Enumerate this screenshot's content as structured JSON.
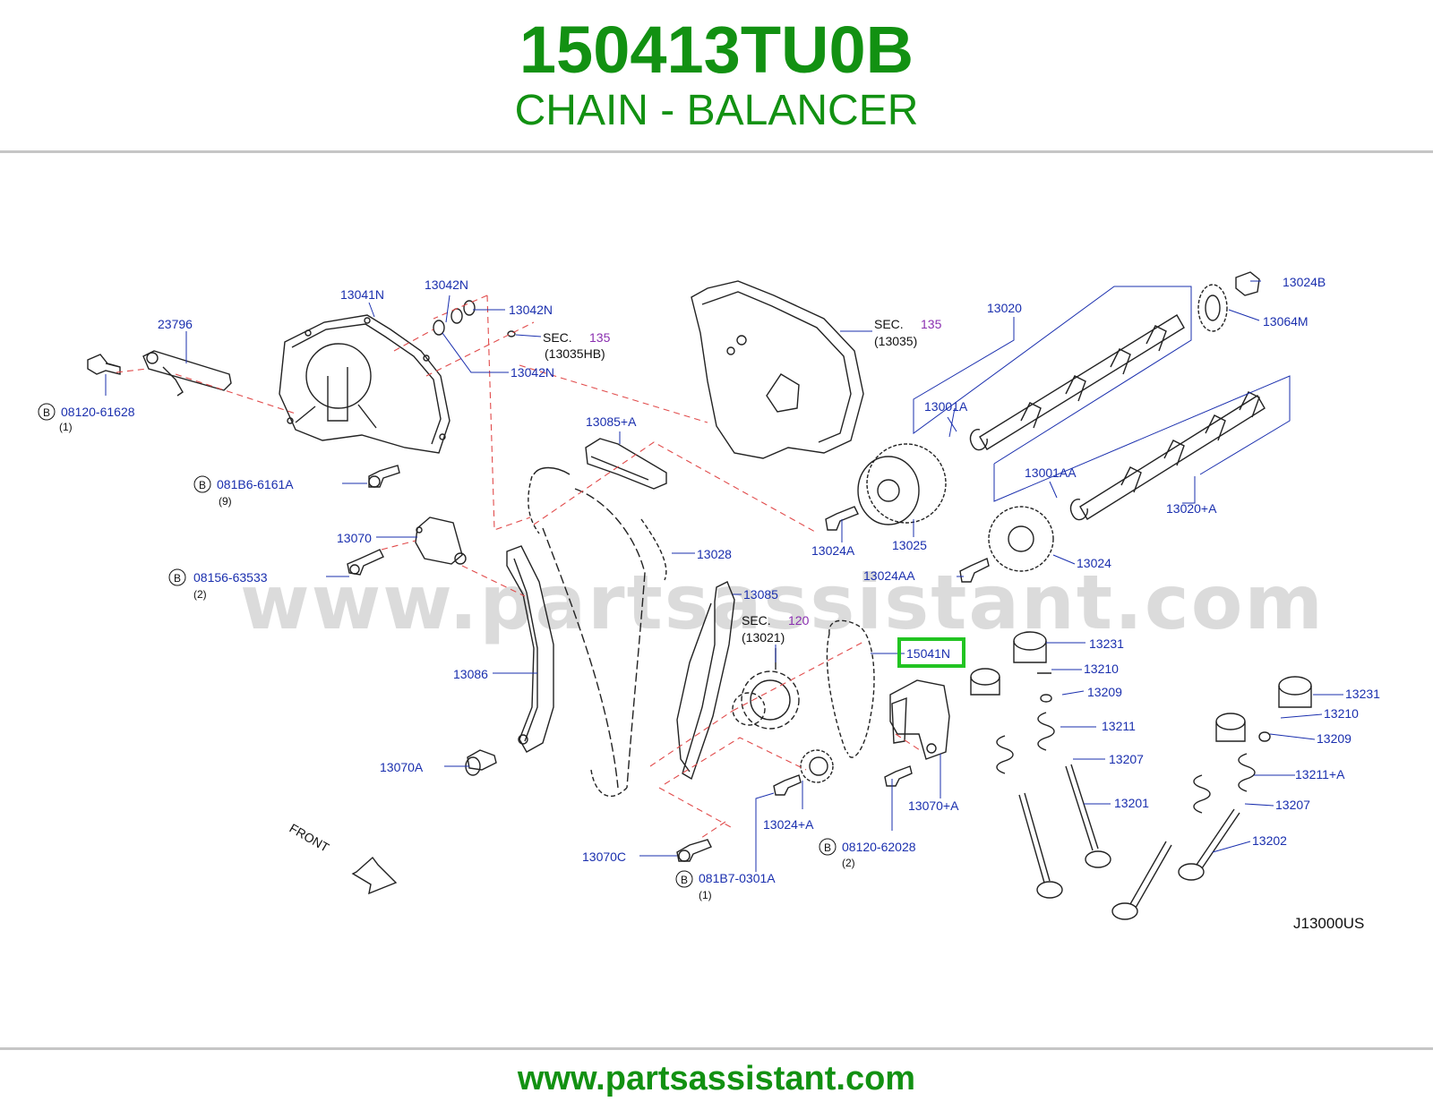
{
  "header": {
    "part_number": "150413TU0B",
    "part_name": "CHAIN - BALANCER"
  },
  "footer": {
    "url": "www.partsassistant.com"
  },
  "watermark": "www.partsassistant.com",
  "drawing_code": "J13000US",
  "front_label": "FRONT",
  "highlighted_part": "15041N",
  "colors": {
    "brand_green": "#129112",
    "label_blue": "#1a2fae",
    "sec_purple": "#8a2fb0",
    "dash_red": "#e14b4b",
    "highlight_green": "#22c422"
  },
  "labels": {
    "l_13041N": "13041N",
    "l_13042N_a": "13042N",
    "l_13042N_b": "13042N",
    "l_13042N_c": "13042N",
    "l_23796": "23796",
    "l_08120_61628": "08120-61628",
    "l_081B6_6161A": "081B6-6161A",
    "l_13070": "13070",
    "l_08156_63533": "08156-63533",
    "l_13086": "13086",
    "l_13070A": "13070A",
    "l_13085A": "13085+A",
    "l_13028": "13028",
    "l_13085": "13085",
    "l_15041N": "15041N",
    "l_13070C": "13070C",
    "l_081B7_0301A": "081B7-0301A",
    "l_13024A2": "13024+A",
    "l_08120_62028": "08120-62028",
    "l_13070A2": "13070+A",
    "l_13024A": "13024A",
    "l_13025": "13025",
    "l_13024AA": "13024AA",
    "l_13024": "13024",
    "l_13020": "13020",
    "l_13024B": "13024B",
    "l_13064M": "13064M",
    "l_13001A": "13001A",
    "l_13001AA": "13001AA",
    "l_13020A": "13020+A",
    "l_13231_a": "13231",
    "l_13210_a": "13210",
    "l_13209_a": "13209",
    "l_13211": "13211",
    "l_13207_a": "13207",
    "l_13201": "13201",
    "l_13231_b": "13231",
    "l_13210_b": "13210",
    "l_13209_b": "13209",
    "l_13211A": "13211+A",
    "l_13207_b": "13207",
    "l_13202": "13202"
  },
  "sec_refs": {
    "s135_hb": {
      "prefix": "SEC.",
      "number": "135",
      "sub": "(13035HB)"
    },
    "s135": {
      "prefix": "SEC.",
      "number": "135",
      "sub": "(13035)"
    },
    "s120": {
      "prefix": "SEC.",
      "number": "120",
      "sub": "(13021)"
    }
  },
  "bolts": {
    "b1": {
      "symbol": "B",
      "code": "08120-61628",
      "qty": "(1)"
    },
    "b2": {
      "symbol": "B",
      "code": "081B6-6161A",
      "qty": "(9)"
    },
    "b3": {
      "symbol": "B",
      "code": "08156-63533",
      "qty": "(2)"
    },
    "b4": {
      "symbol": "B",
      "code": "081B7-0301A",
      "qty": "(1)"
    },
    "b5": {
      "symbol": "B",
      "code": "08120-62028",
      "qty": "(2)"
    }
  }
}
